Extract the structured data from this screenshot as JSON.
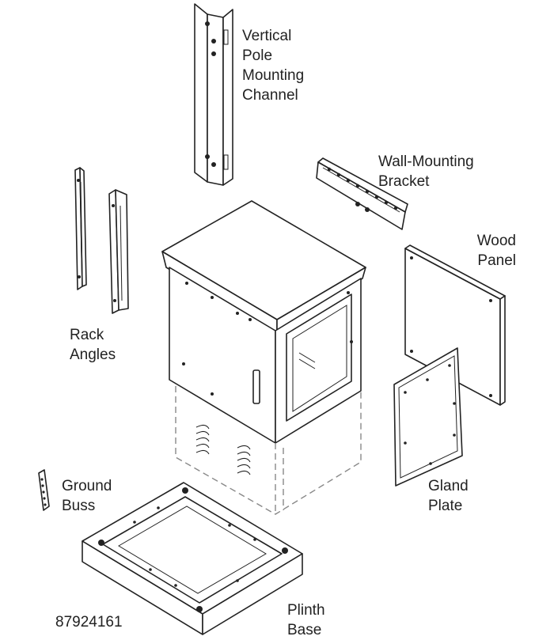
{
  "labels": {
    "vertical_pole": [
      "Vertical",
      "Pole",
      "Mounting",
      "Channel"
    ],
    "wall_bracket": [
      "Wall-Mounting",
      "Bracket"
    ],
    "rack_angles": [
      "Rack",
      "Angles"
    ],
    "wood_panel": [
      "Wood",
      "Panel"
    ],
    "ground_buss": [
      "Ground",
      "Buss"
    ],
    "gland_plate": [
      "Gland",
      "Plate"
    ],
    "plinth_base": [
      "Plinth",
      "Base"
    ]
  },
  "part_number": "87924161",
  "colors": {
    "line": "#222222",
    "dashed": "#888888",
    "background": "#ffffff"
  }
}
